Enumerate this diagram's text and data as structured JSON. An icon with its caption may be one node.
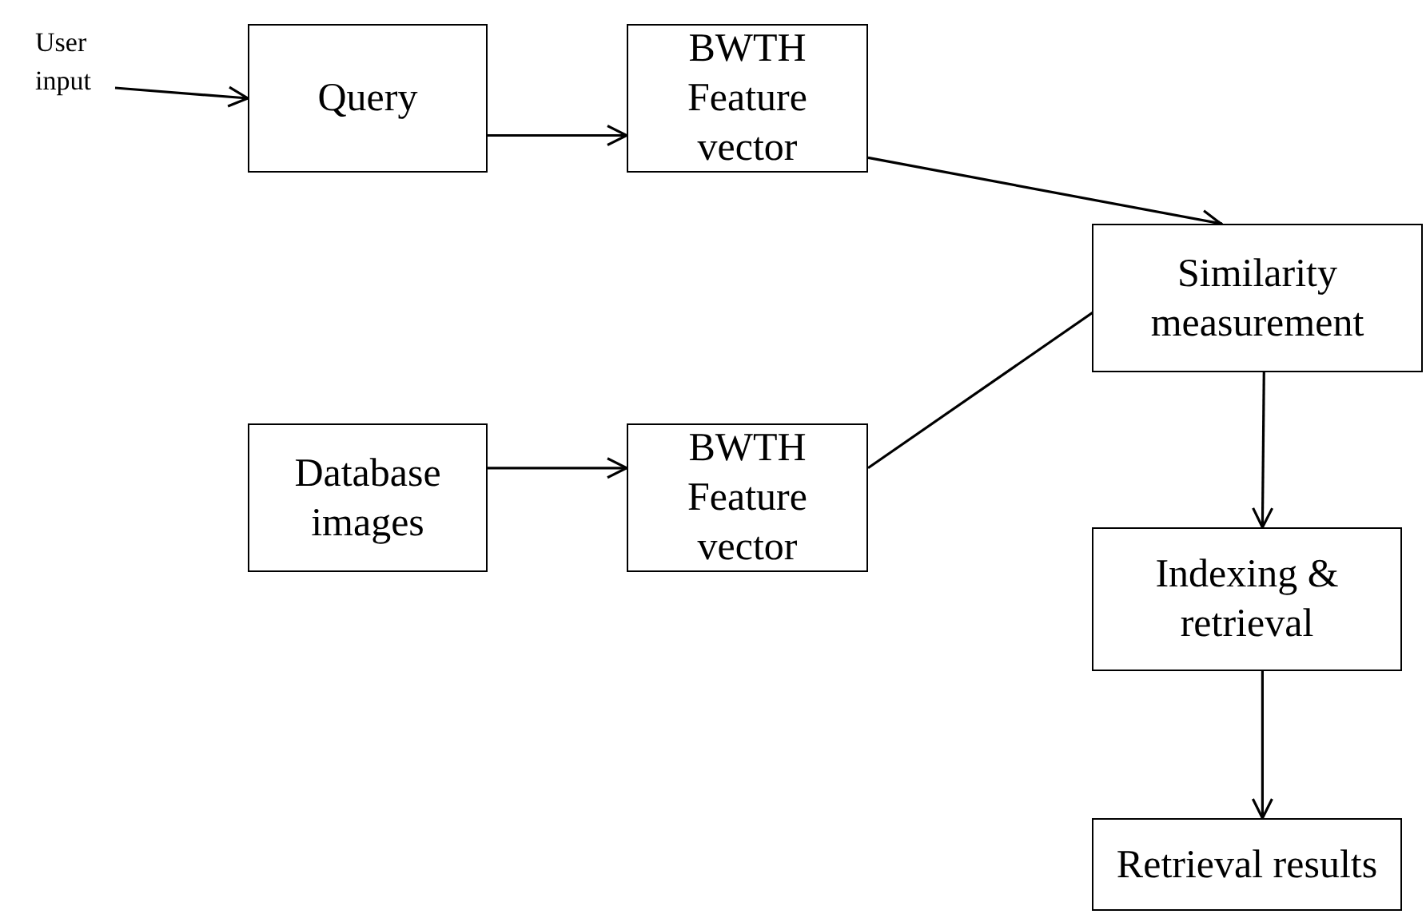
{
  "diagram": {
    "nodes": [
      {
        "text": [
          "User input"
        ]
      },
      {
        "text": [
          "Query"
        ]
      },
      {
        "text": [
          "BWTH Feature vector"
        ]
      },
      {
        "text": [
          "Similarity measurement"
        ]
      },
      {
        "text": [
          "Database images"
        ]
      },
      {
        "text": [
          "BWTH Feature vector"
        ]
      },
      {
        "text": [
          "Indexing & retrieval"
        ]
      },
      {
        "text": [
          "Retrieval results"
        ]
      }
    ],
    "edges": [
      {
        "from": 0,
        "to": 1,
        "arrow": "to"
      },
      {
        "from": 1,
        "to": 2,
        "arrow": "to"
      },
      {
        "from": 2,
        "to": 3,
        "arrow": "to"
      },
      {
        "from": 4,
        "to": 5,
        "arrow": "to"
      },
      {
        "from": 5,
        "to": 3,
        "arrow": "to"
      },
      {
        "from": 3,
        "to": 6,
        "arrow": "to"
      },
      {
        "from": 6,
        "to": 7,
        "arrow": "to"
      }
    ]
  }
}
